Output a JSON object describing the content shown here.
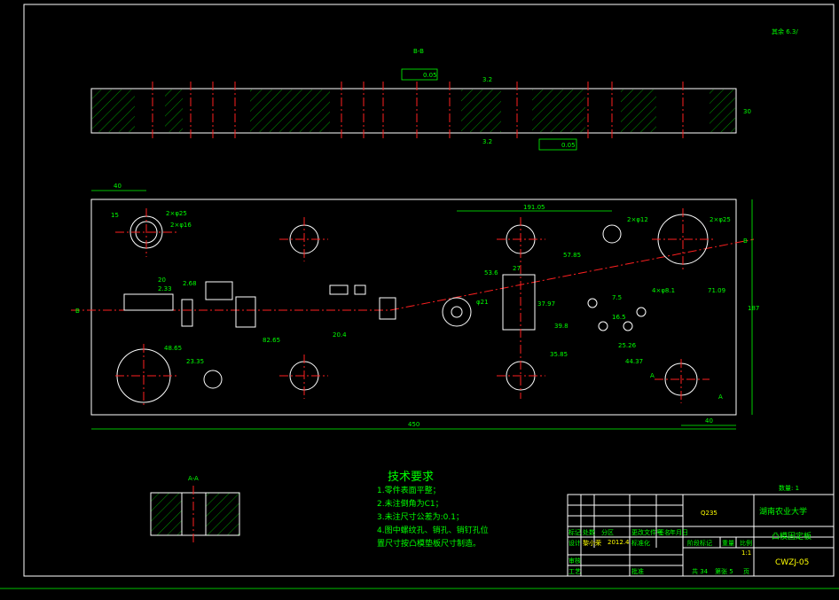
{
  "view_labels": {
    "section_bb": "B-B",
    "section_aa": "A-A",
    "arrow_a": "A",
    "arrow_b": "B"
  },
  "corner_mark": "其余 6.3/",
  "section_tolerances": {
    "top": "0.05",
    "bottom": "0.05",
    "roughness_1": "3.2",
    "roughness_2": "3.2",
    "thickness": "30"
  },
  "dimensions": {
    "overall_width": "450",
    "overall_height": "187",
    "left_40": "40",
    "right_40": "40",
    "d_15": "15",
    "d_48_65": "48.65",
    "d_23_35": "23.35",
    "d_82_65": "82.65",
    "d_20_4": "20.4",
    "d_20": "20",
    "d_2_33": "2.33",
    "d_2_68": "2.68",
    "d_191_05": "191.05",
    "d_57_85": "57.85",
    "d_53_6": "53.6",
    "d_27": "27",
    "d_37_97": "37.97",
    "d_39_8": "39.8",
    "d_35_85": "35.85",
    "d_44_37": "44.37",
    "d_25_26": "25.26",
    "d_71_09": "71.09",
    "d_7_5": "7.5",
    "d_16_5": "16.5",
    "d_8_21": "φ21",
    "hole_a": "2×φ25",
    "hole_b": "2×φ16",
    "hole_c": "2×φ12",
    "hole_d": "2×φ25",
    "hole_e": "4×φ8.1"
  },
  "tech_requirements": {
    "title": "技术要求",
    "items": [
      "1.零件表面平整；",
      "2.未注倒角为C1；",
      "3.未注尺寸公差为:0.1；",
      "4.图中螺纹孔、销孔、销钉孔位",
      "置尺寸按凸模垫板尺寸制造。"
    ]
  },
  "title_block": {
    "quantity": "数量: 1",
    "material": "Q235",
    "school": "湖南农业大学",
    "part_name": "凸模固定板",
    "drawing_no": "CWZJ-05",
    "scale": "1:1",
    "sheet_total": "共 34",
    "sheet_no": "第张 5",
    "sheet_unit": "页",
    "labels": {
      "mark": "标记",
      "count": "处数",
      "zone": "分区",
      "change_doc": "更改文件号",
      "sign": "签名",
      "date": "年月日",
      "design": "设计",
      "designer": "黎小荣",
      "design_date": "2012.4",
      "standard": "标准化",
      "stage_mark": "阶段标记",
      "weight": "重量",
      "ratio": "比例",
      "review": "审核",
      "process": "工艺",
      "approve": "批准"
    }
  }
}
